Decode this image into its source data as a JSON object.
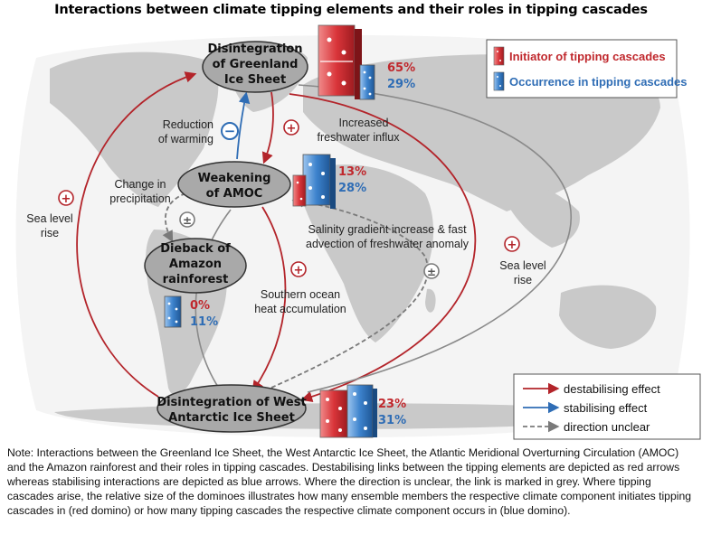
{
  "title": "Interactions between climate tipping elements and their roles in tipping cascades",
  "nodes": {
    "greenland": {
      "line1": "Disintegration",
      "line2": "of Greenland",
      "line3": "Ice Sheet",
      "initiator": "65%",
      "occurrence": "29%"
    },
    "amoc": {
      "line1": "Weakening",
      "line2": "of AMOC",
      "initiator": "13%",
      "occurrence": "28%"
    },
    "amazon": {
      "line1": "Dieback of",
      "line2": "Amazon",
      "line3": "rainforest",
      "initiator": "0%",
      "occurrence": "11%"
    },
    "wais": {
      "line1": "Disintegration of West",
      "line2": "Antarctic Ice Sheet",
      "initiator": "23%",
      "occurrence": "31%"
    }
  },
  "links": {
    "reduction_warming": {
      "line1": "Reduction",
      "line2": "of warming",
      "sign": "−"
    },
    "freshwater_influx": {
      "line1": "Increased",
      "line2": "freshwater influx",
      "sign": "+"
    },
    "precipitation": {
      "line1": "Change in",
      "line2": "precipitation",
      "sign": "±"
    },
    "sea_level_left": {
      "line1": "Sea level",
      "line2": "rise",
      "sign": "+"
    },
    "sea_level_right": {
      "line1": "Sea level",
      "line2": "rise",
      "sign": "+"
    },
    "salinity": {
      "line1": "Salinity gradient increase & fast",
      "line2": "advection of freshwater anomaly",
      "sign": "±"
    },
    "southern_ocean": {
      "line1": "Southern ocean",
      "line2": "heat accumulation",
      "sign": "+"
    }
  },
  "legend_top": {
    "initiator": "Initiator of tipping cascades",
    "occurrence": "Occurrence in tipping cascades"
  },
  "legend_bottom": {
    "destabilising": "destabilising effect",
    "stabilising": "stabilising effect",
    "unclear": "direction unclear"
  },
  "colors": {
    "destabilising": "#b3242a",
    "stabilising": "#2f6db5",
    "unclear": "#7a7a7a",
    "map": "#c9c9c9",
    "node_fill": "#a9a9a9"
  },
  "note": "Note: Interactions between the Greenland Ice Sheet, the West Antarctic Ice Sheet, the Atlantic Meridional Overturning Circulation (AMOC) and the Amazon rainforest and their roles in tipping cascades. Destabilising links between the tipping elements are depicted as red arrows whereas stabilising interactions are depicted as blue arrows. Where the direction is unclear, the link is marked in grey. Where tipping cascades arise, the relative size of the dominoes illustrates how many ensemble members the respective climate component initiates tipping cascades in (red domino) or how many tipping cascades the respective climate component occurs in (blue domino)."
}
